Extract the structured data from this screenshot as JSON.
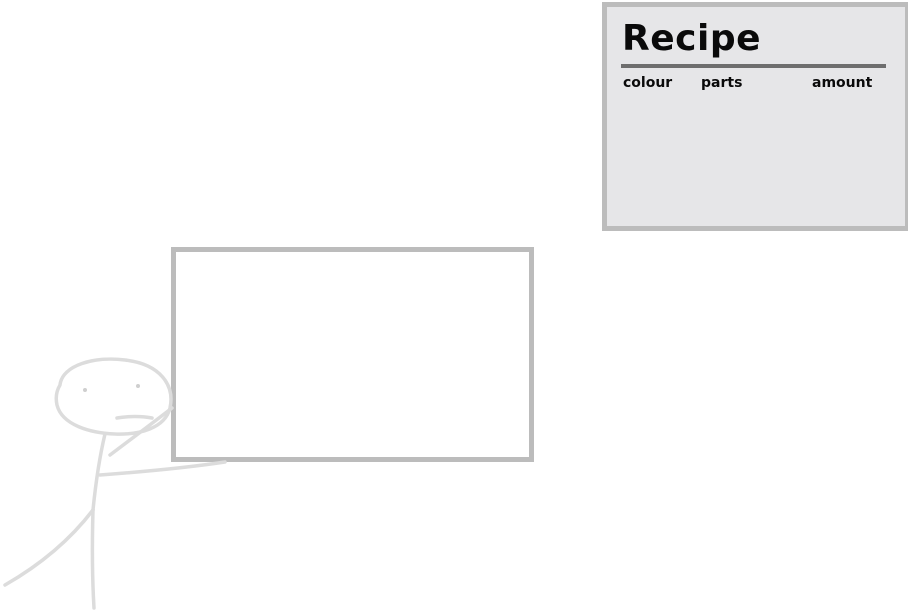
{
  "recipe": {
    "title": "Recipe",
    "columns": {
      "colour": "colour",
      "parts": "parts",
      "amount": "amount"
    },
    "rows": []
  },
  "colors": {
    "card_background": "#e6e6e8",
    "card_border": "#bcbcbc",
    "title_rule": "#6e6e6e",
    "text": "#0a0a0a",
    "stick_figure": "#dcdcdc"
  },
  "icons": {
    "character": "stick-figure-painter"
  }
}
